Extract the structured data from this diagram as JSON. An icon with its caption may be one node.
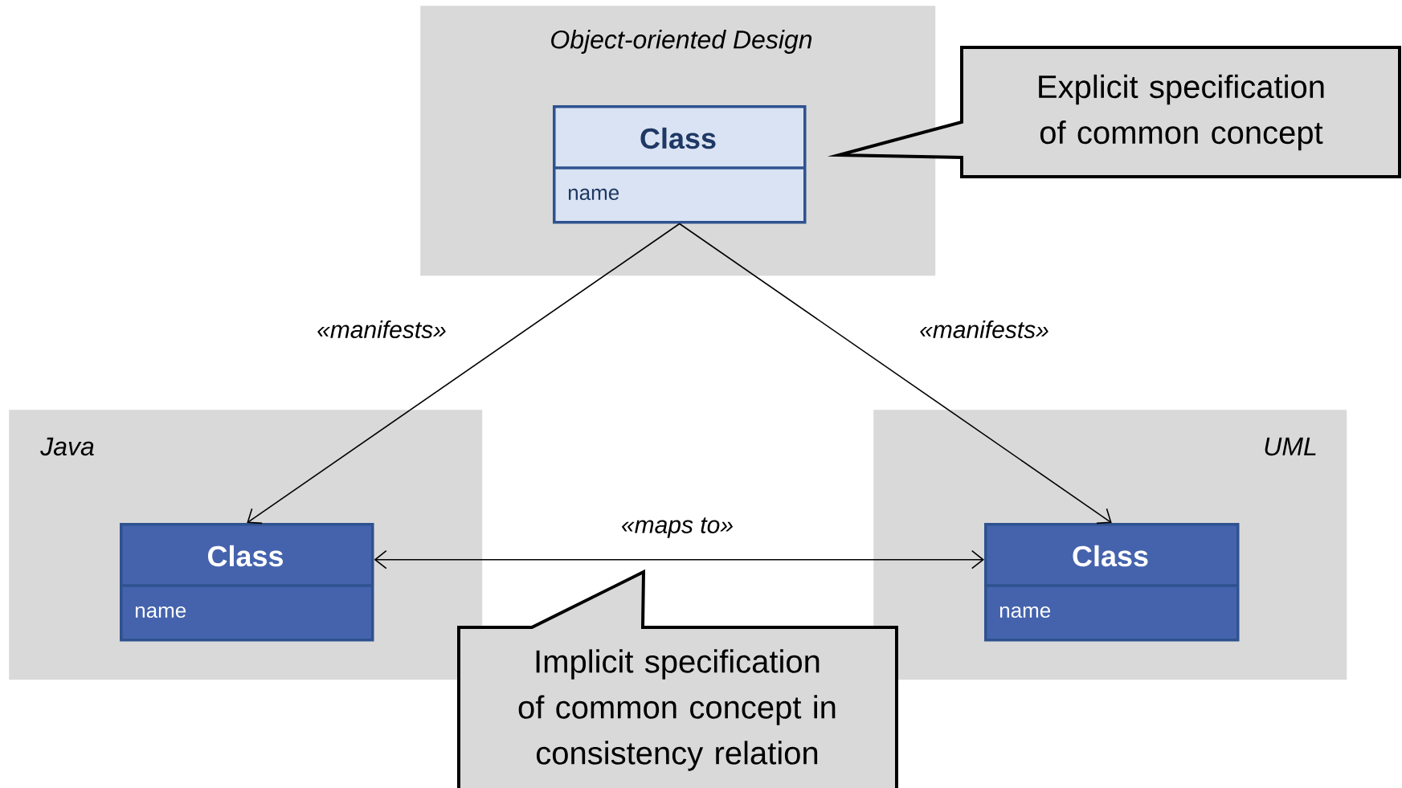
{
  "diagram": {
    "nodes": [
      {
        "text": [
          "Object-oriented Design"
        ]
      },
      {
        "text": [
          "Class",
          "name"
        ],
        "in": 0
      },
      {
        "text": [
          "Java"
        ]
      },
      {
        "text": [
          "Class",
          "name"
        ],
        "in": 2
      },
      {
        "text": [
          "UML"
        ]
      },
      {
        "text": [
          "Class",
          "name"
        ],
        "in": 4
      },
      {
        "text": [
          "Explicit specification of common concept"
        ]
      },
      {
        "text": [
          "Implicit specification of common concept in consistency relation"
        ]
      }
    ],
    "edges": [
      {
        "from": 1,
        "to": 3,
        "arrow": "to",
        "label": "«manifests»"
      },
      {
        "from": 1,
        "to": 5,
        "arrow": "to",
        "label": "«manifests»"
      },
      {
        "from": 3,
        "to": 5,
        "arrow": "both",
        "label": "«maps to»"
      }
    ]
  }
}
